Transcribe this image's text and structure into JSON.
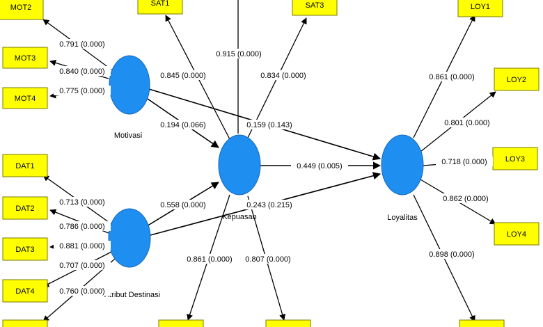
{
  "latents": {
    "motivasi": "Motivasi",
    "kepuasan": "Kepuasan",
    "atribut": "Atribut Destinasi",
    "loyalitas": "Loyalitas"
  },
  "indicators": {
    "mot2": "MOT2",
    "mot3": "MOT3",
    "mot4": "MOT4",
    "dat1": "DAT1",
    "dat2": "DAT2",
    "dat3": "DAT3",
    "dat4": "DAT4",
    "sat1": "SAT1",
    "sat3": "SAT3",
    "loy1": "LOY1",
    "loy2": "LOY2",
    "loy3": "LOY3",
    "loy4": "LOY4"
  },
  "loadings": {
    "mot2": "0.791 (0.000)",
    "mot3": "0.840 (0.000)",
    "mot4": "0.775 (0.000)",
    "dat1": "0.713 (0.000)",
    "dat2": "0.786 (0.000)",
    "dat3": "0.881 (0.000)",
    "dat4": "0.707 (0.000)",
    "dat5": "0.760 (0.000)",
    "sat1": "0.845 (0.000)",
    "sat2": "0.915 (0.000)",
    "sat3": "0.834 (0.000)",
    "sat4": "0.861 (0.000)",
    "sat5": "0.807 (0.000)",
    "loy1": "0.861 (0.000)",
    "loy2": "0.801 (0.000)",
    "loy3": "0.718 (0.000)",
    "loy4": "0.862 (0.000)",
    "loy5": "0.898 (0.000)"
  },
  "paths": {
    "mot_kep": "0.194 (0.066)",
    "mot_loy": "0.159 (0.143)",
    "kep_loy": "0.449 (0.005)",
    "dat_kep": "0.558 (0.000)",
    "dat_loy": "0.243 (0.215)"
  },
  "colors": {
    "latent_fill": "#1e8ff0",
    "indicator_fill": "#ffff00",
    "indicator_border": "#7a7a00",
    "arrow": "#000000"
  }
}
